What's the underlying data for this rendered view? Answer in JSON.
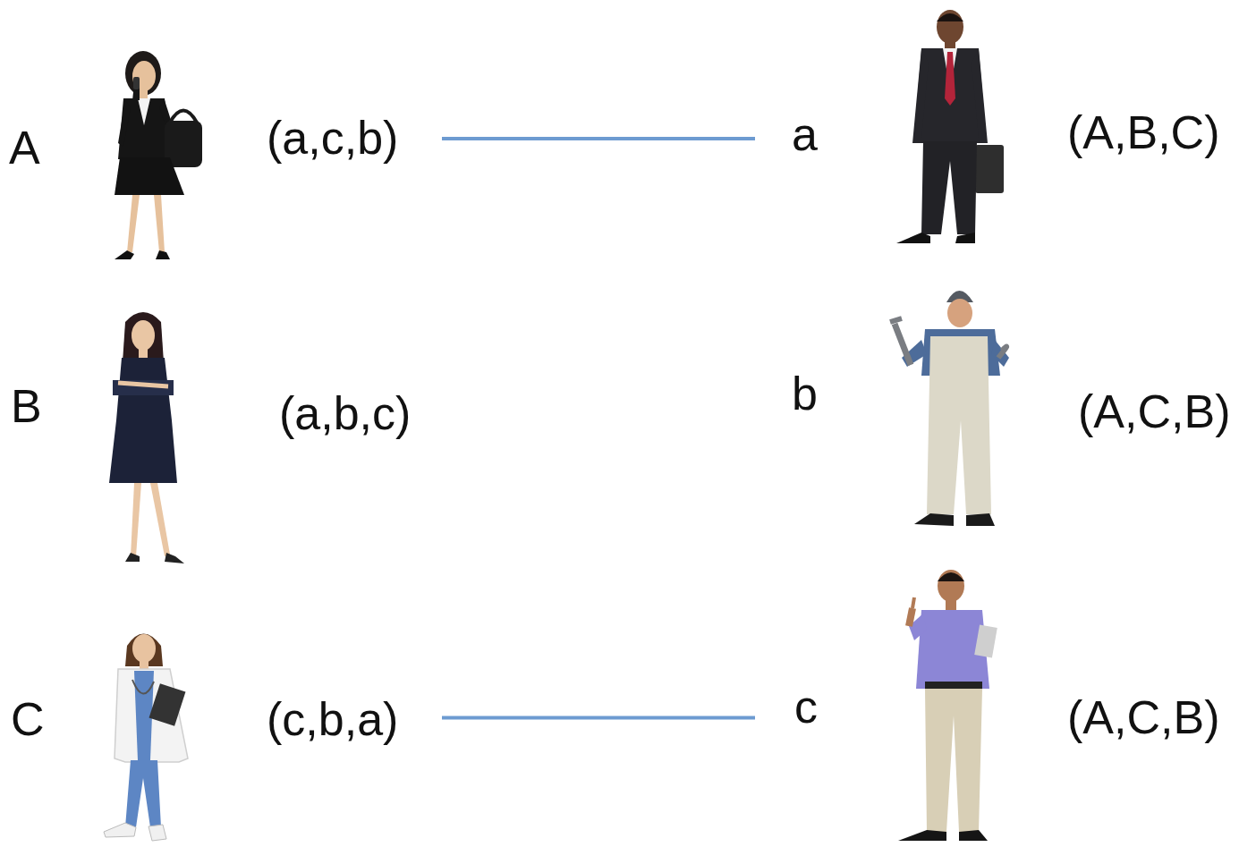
{
  "diagram": {
    "nodes": [
      {
        "text": [
          "A",
          "(a,c,b)"
        ]
      },
      {
        "text": [
          "a",
          "(A,B,C)"
        ]
      },
      {
        "text": [
          "B",
          "(a,b,c)"
        ]
      },
      {
        "text": [
          "b",
          "(A,C,B)"
        ]
      },
      {
        "text": [
          "C",
          "(c,b,a)"
        ]
      },
      {
        "text": [
          "c",
          "(A,C,B)"
        ]
      }
    ],
    "edges": [
      {
        "from": 0,
        "to": 1,
        "arrow": "none"
      },
      {
        "from": 4,
        "to": 5,
        "arrow": "none"
      }
    ]
  }
}
